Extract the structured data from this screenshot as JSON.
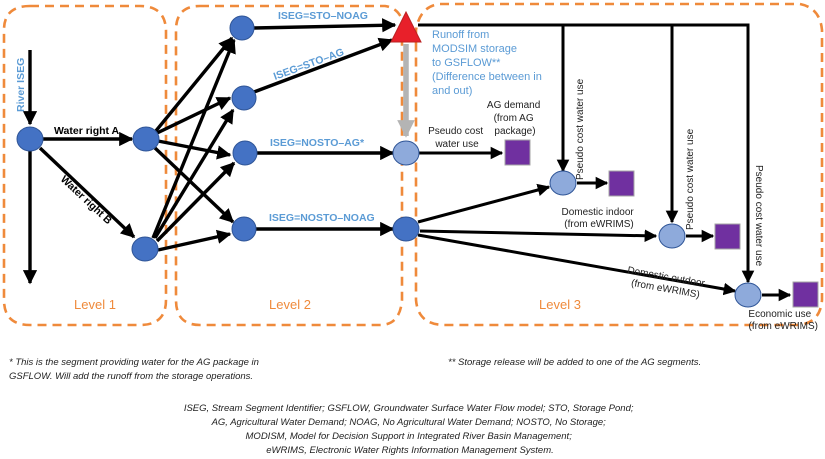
{
  "levels": [
    {
      "label": "Level 1"
    },
    {
      "label": "Level 2"
    },
    {
      "label": "Level 3"
    }
  ],
  "level1": {
    "river_label": "River ISEG",
    "water_right_a": "Water right A",
    "water_right_b": "Water right B"
  },
  "level2": {
    "segments": [
      {
        "label": "ISEG=STO–NOAG"
      },
      {
        "label": "ISEG=STO–AG"
      },
      {
        "label": "ISEG=NOSTO–AG*"
      },
      {
        "label": "ISEG=NOSTO–NOAG"
      }
    ]
  },
  "storage": {
    "runoff_lines": [
      "Runoff from",
      "MODSIM storage",
      "to GSFLOW**",
      "(Difference between in",
      "and out)"
    ]
  },
  "level3": {
    "ag_demand_lines": [
      "AG demand",
      "(from AG",
      "package)"
    ],
    "pseudo_cost_lines": [
      "Pseudo cost",
      "water use"
    ],
    "pseudo_cost_vertical": "Pseudo cost  water use",
    "domestic_indoor_lines": [
      "Domestic indoor",
      "(from eWRIMS)"
    ],
    "domestic_outdoor_lines": [
      "Domestic outdoor",
      "(from eWRIMS)"
    ],
    "economic_use_lines": [
      "Economic use",
      "(from eWRIMS)"
    ]
  },
  "notes": {
    "note1_lines": [
      "* This is the segment providing water for the AG package in",
      "GSFLOW.  Will add the runoff from the storage operations."
    ],
    "note2": "** Storage release will be added to one of the AG segments.",
    "abbreviations": [
      "ISEG, Stream Segment Identifier; GSFLOW, Groundwater Surface Water Flow model; STO, Storage Pond;",
      "AG, Agricultural Water Demand; NOAG,  No Agricultural Water Demand; NOSTO, No Storage;",
      "MODISM, Model for Decision Support in Integrated River Basin Management;",
      "eWRIMS, Electronic Water Rights Information Management System."
    ]
  },
  "colors": {
    "level_border": "#ef8a3b",
    "node_dark": "#4472c4",
    "node_light": "#8eaadb",
    "demand": "#7030a0",
    "storage": "#e8202a",
    "segment_label": "#5b9bd5"
  }
}
